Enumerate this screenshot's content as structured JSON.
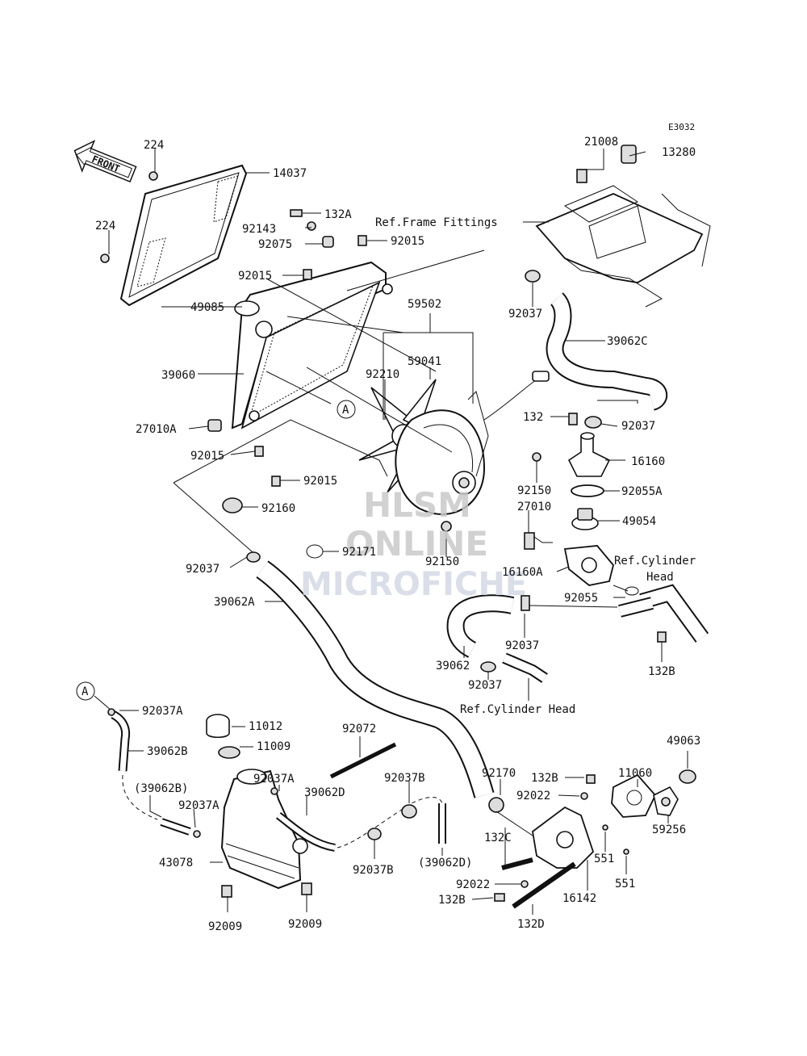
{
  "diagram_code": "E3032",
  "front_arrow": "FRONT",
  "callout_letter": "A",
  "watermark": {
    "line1": "HLSM",
    "line2": "ONLINE",
    "line3": "MICROFICHE"
  },
  "labels": {
    "l224a": "224",
    "l224b": "224",
    "l14037": "14037",
    "l132A": "132A",
    "l92143": "92143",
    "l92075": "92075",
    "l92015a": "92015",
    "l92015b": "92015",
    "l92015c": "92015",
    "l92015d": "92015",
    "l49085": "49085",
    "l39060": "39060",
    "l27010A": "27010A",
    "l92160": "92160",
    "l92171": "92171",
    "l92037a": "92037",
    "l39062A": "39062A",
    "l59502": "59502",
    "l59041": "59041",
    "l92210": "92210",
    "l92150a": "92150",
    "l92150b": "92150",
    "l21008": "21008",
    "l13280": "13280",
    "lRefFrame": "Ref.Frame Fittings",
    "l92037b": "92037",
    "l39062C": "39062C",
    "l132": "132",
    "l92037c": "92037",
    "l16160": "16160",
    "l92055A": "92055A",
    "l27010": "27010",
    "l49054": "49054",
    "lRefCyl1a": "Ref.Cylinder",
    "lRefCyl1b": "Head",
    "l16160A": "16160A",
    "l92055": "92055",
    "l39062": "39062",
    "l92037d": "92037",
    "l92037e": "92037",
    "l132B_a": "132B",
    "lRefCyl2": "Ref.Cylinder Head",
    "l92037A_a": "92037A",
    "l39062B": "39062B",
    "l39062Bp": "(39062B)",
    "l92037A_b": "92037A",
    "l92037A_c": "92037A",
    "l11012": "11012",
    "l11009": "11009",
    "l43078": "43078",
    "l92009a": "92009",
    "l92009b": "92009",
    "l92072": "92072",
    "l39062D": "39062D",
    "l92037B_a": "92037B",
    "l92037B_b": "92037B",
    "l39062Dp": "(39062D)",
    "l92170": "92170",
    "l132B_b": "132B",
    "l92022a": "92022",
    "l132C": "132C",
    "l92022b": "92022",
    "l132B_c": "132B",
    "l132D": "132D",
    "l16142": "16142",
    "l11060": "11060",
    "l49063": "49063",
    "l59256": "59256",
    "l551a": "551",
    "l551b": "551"
  }
}
